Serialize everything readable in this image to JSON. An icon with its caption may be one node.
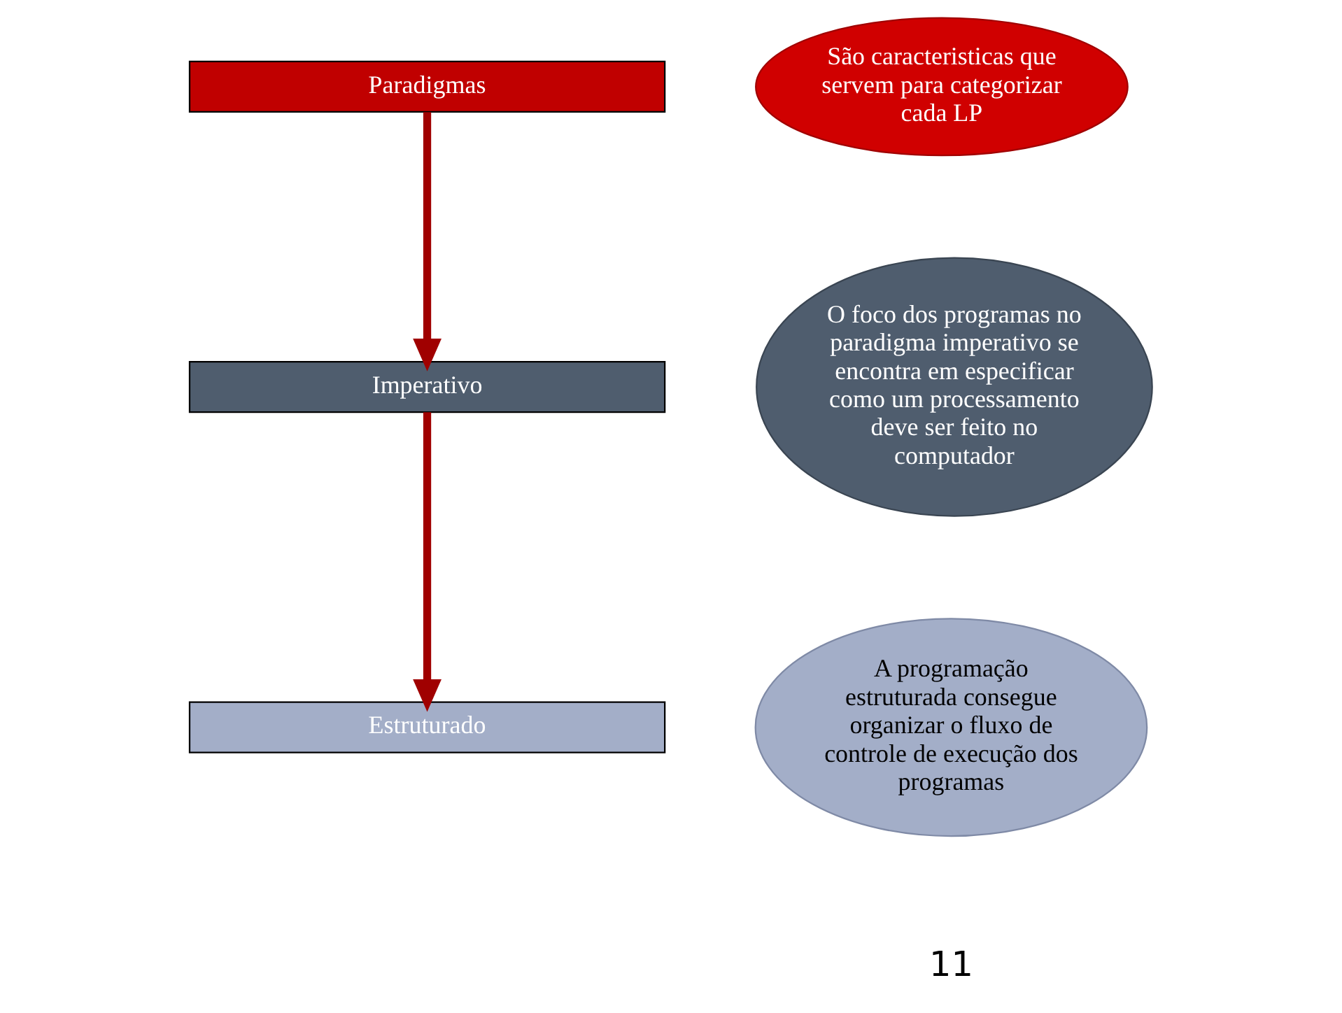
{
  "diagram": {
    "nodes": [
      {
        "text": [
          "Paradigmas"
        ]
      },
      {
        "text": [
          "São caracteristicas que servem para categorizar cada LP"
        ]
      },
      {
        "text": [
          "Imperativo"
        ]
      },
      {
        "text": [
          "O foco dos programas no paradigma imperativo se encontra em especificar como um processamento deve ser feito no computador"
        ]
      },
      {
        "text": [
          "Estruturado"
        ]
      },
      {
        "text": [
          "A programação estruturada consegue organizar o fluxo de controle de execução dos programas"
        ]
      }
    ],
    "edges": [
      {
        "from": 0,
        "to": 2,
        "arrow": "to"
      },
      {
        "from": 2,
        "to": 4,
        "arrow": "to"
      }
    ],
    "labels": [
      "11"
    ]
  }
}
